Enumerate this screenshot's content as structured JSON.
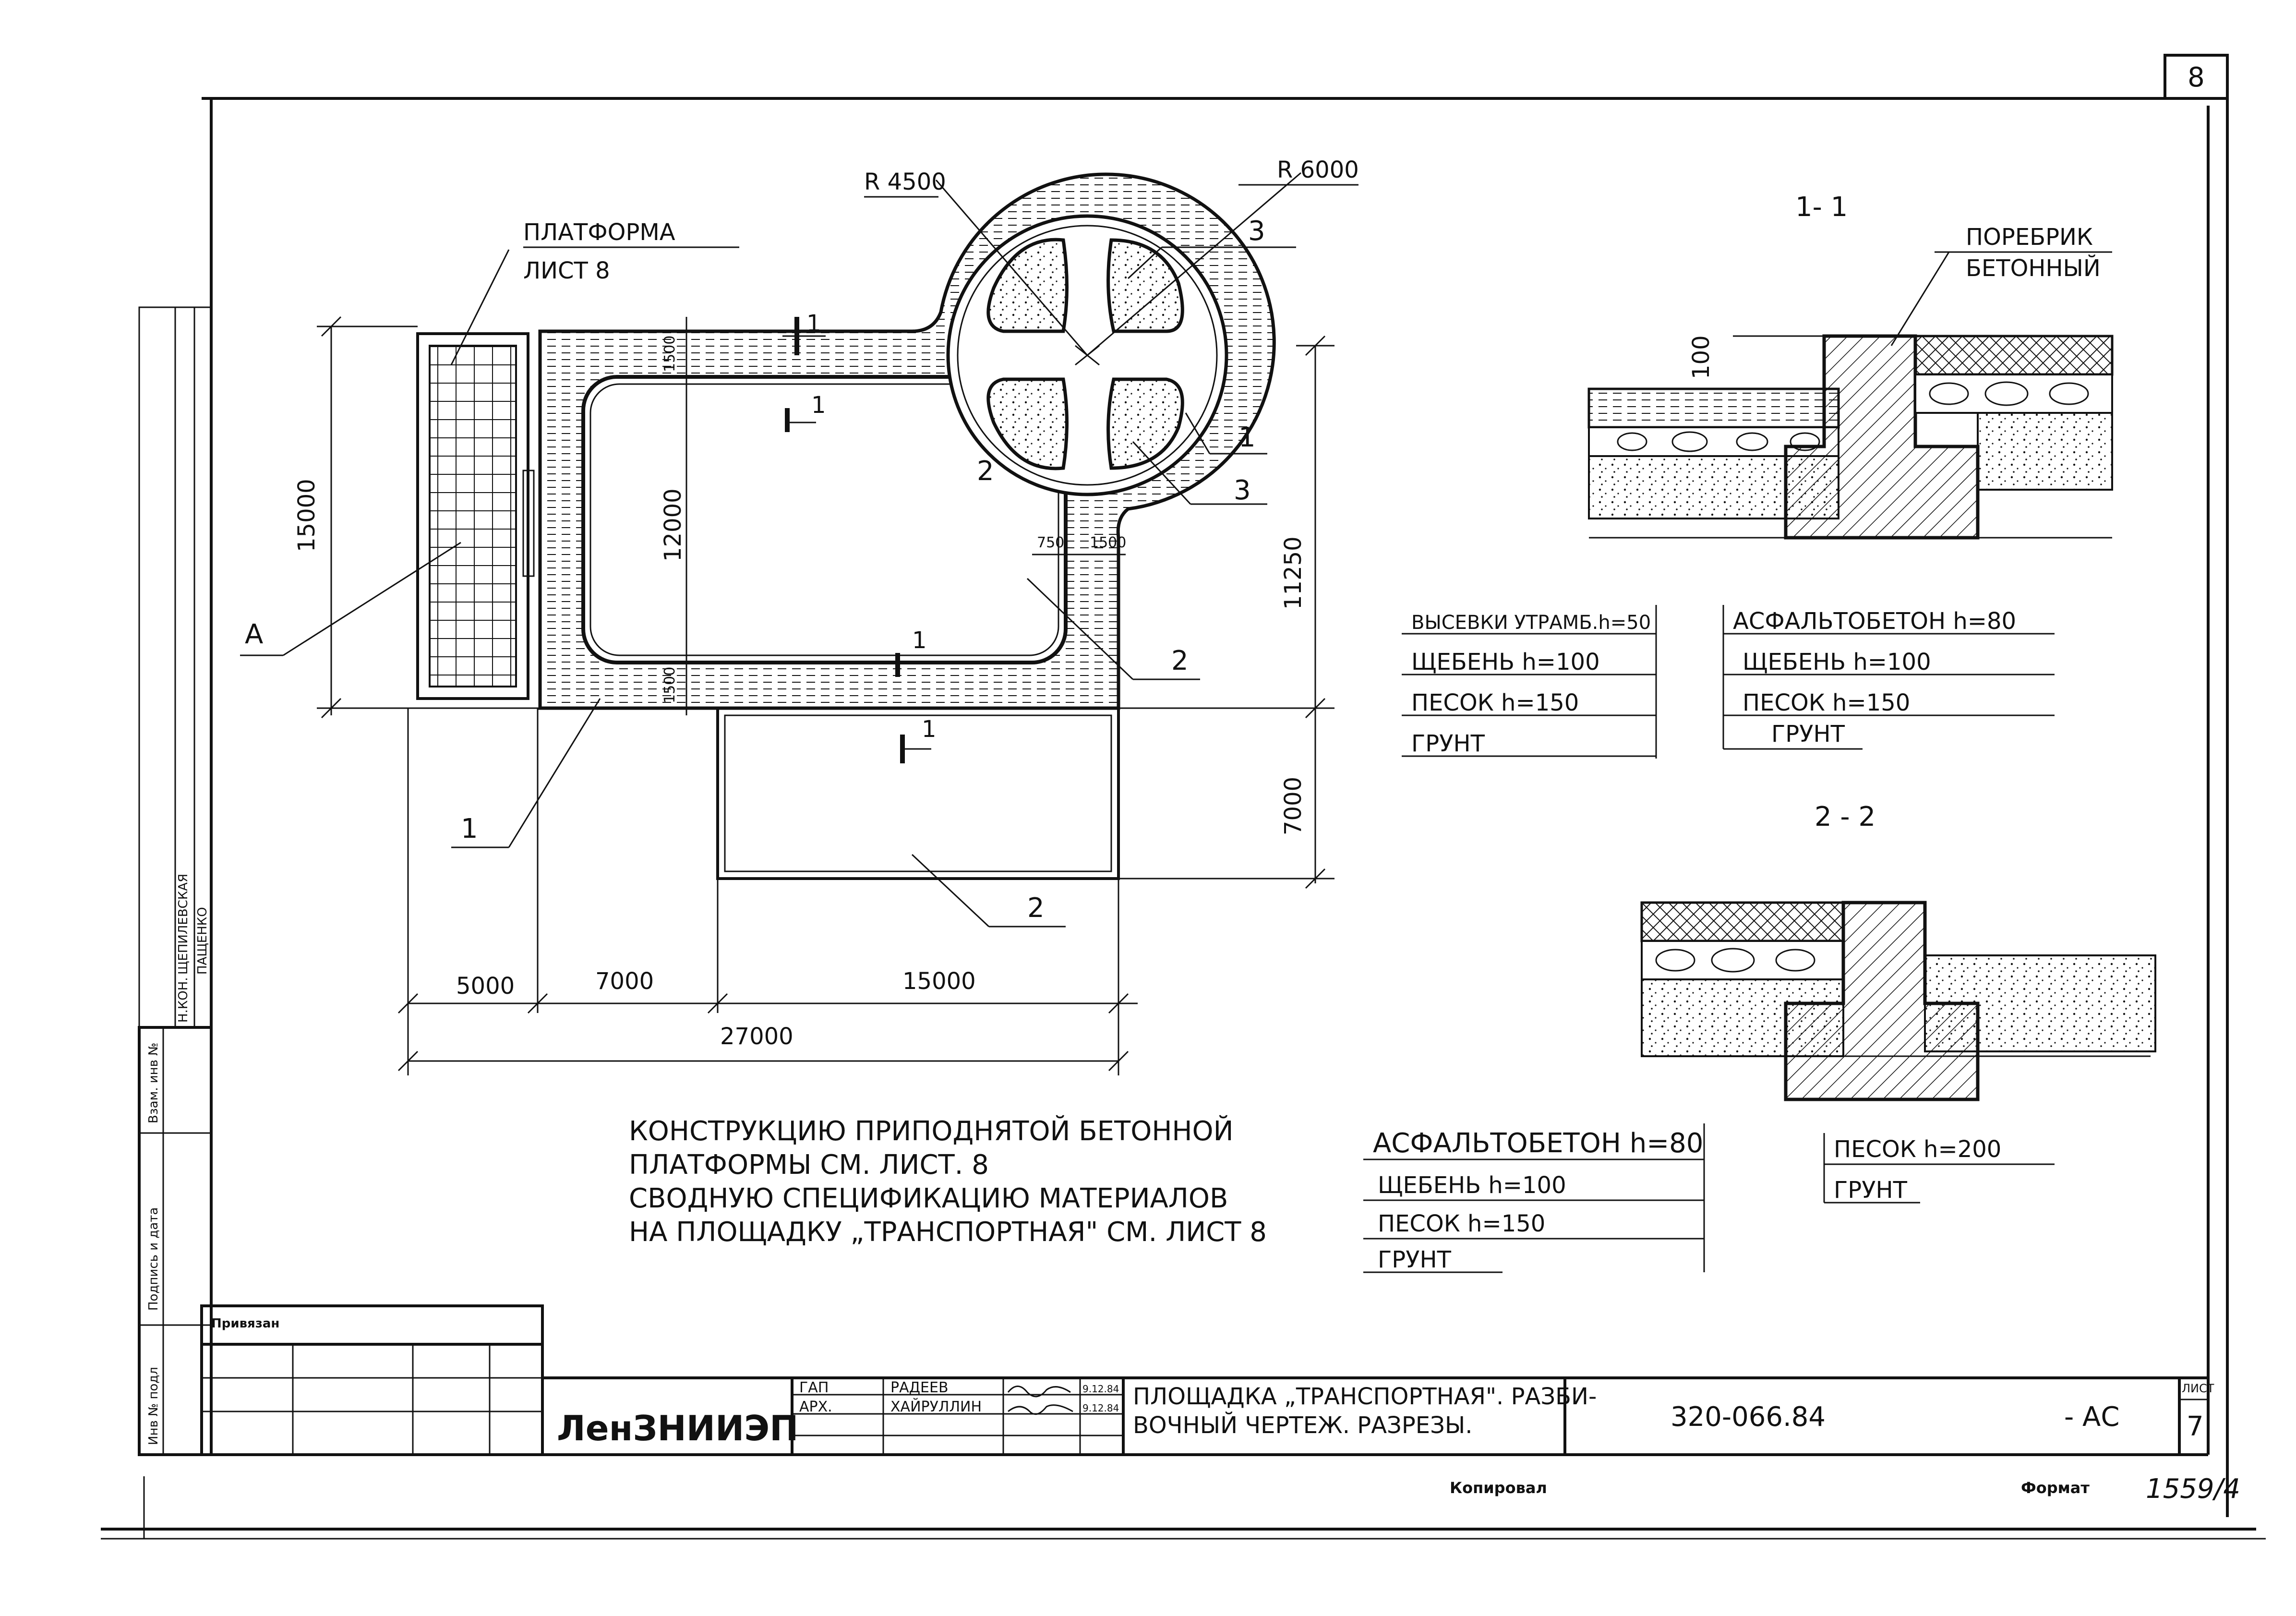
{
  "sheet_number_top": "8",
  "plan": {
    "label_platform": "ПЛАТФОРМА",
    "label_sheet": "ЛИСТ 8",
    "radius_small": "R 4500",
    "radius_large": "R 6000",
    "dim_total_height": "15000",
    "dim_inner_height": "12000",
    "dim_top_offset": "1500",
    "dim_bottom_offset": "1500",
    "dim_right_height": "11250",
    "dim_lower_height": "7000",
    "dim_750": "750",
    "dim_1500": "1500",
    "dim_5000": "5000",
    "dim_7000": "7000",
    "dim_15000": "15000",
    "dim_27000": "27000",
    "marker_A": "А",
    "callout_1": "1",
    "callout_2": "2",
    "callout_3": "3",
    "section_mark": "1"
  },
  "section_1_1": {
    "title": "1- 1",
    "curb_label_1": "ПОРЕБРИК",
    "curb_label_2": "БЕТОННЫЙ",
    "dim_100": "100",
    "left_layers": [
      "ВЫСЕВКИ УТРАМБ.h=50",
      "ЩЕБЕНЬ h=100",
      "ПЕСОК h=150",
      "ГРУНТ"
    ],
    "right_layers": [
      "АСФАЛЬТОБЕТОН h=80",
      "ЩЕБЕНЬ h=100",
      "ПЕСОК h=150",
      "ГРУНТ"
    ]
  },
  "section_2_2": {
    "title": "2 - 2",
    "left_layers": [
      "АСФАЛЬТОБЕТОН h=80",
      "ЩЕБЕНЬ h=100",
      "ПЕСОК h=150",
      "ГРУНТ"
    ],
    "right_layers": [
      "ПЕСОК h=200",
      "ГРУНТ"
    ]
  },
  "notes": [
    "КОНСТРУКЦИЮ ПРИПОДНЯТОЙ БЕТОННОЙ",
    "ПЛАТФОРМЫ СМ. ЛИСТ. 8",
    "СВОДНУЮ СПЕЦИФИКАЦИЮ МАТЕРИАЛОВ",
    "НА ПЛОЩАДКУ „ТРАНСПОРТНАЯ\" СМ. ЛИСТ 8"
  ],
  "title_block": {
    "linked_label": "Привязан",
    "organization": "ЛенЗНИИЭП",
    "role_1": "ГАП",
    "role_2": "АРХ.",
    "name_1": "РАДЕЕВ",
    "name_2": "ХАЙРУЛЛИН",
    "date_1": "9.12.84",
    "date_2": "9.12.84",
    "drawing_title_1": "ПЛОЩАДКА „ТРАНСПОРТНАЯ\". РАЗБИ-",
    "drawing_title_2": "ВОЧНЫЙ ЧЕРТЕЖ. РАЗРЕЗЫ.",
    "doc_code": "320-066.84",
    "doc_suffix": "- АС",
    "sheet_label": "ЛИСТ",
    "sheet_value": "7"
  },
  "side_stamp": {
    "inv_no": "Инв № подл",
    "signature_date": "Подпись и дата",
    "replace_inv": "Взам. инв №",
    "nkon": "Н.КОН.",
    "shchelievskaya": "ЩЕПИЛЕВСКАЯ",
    "pashchenko": "ПАЩЕНКО"
  },
  "footer": {
    "copied_label": "Копировал",
    "format_label": "Формат",
    "number": "1559/4"
  }
}
